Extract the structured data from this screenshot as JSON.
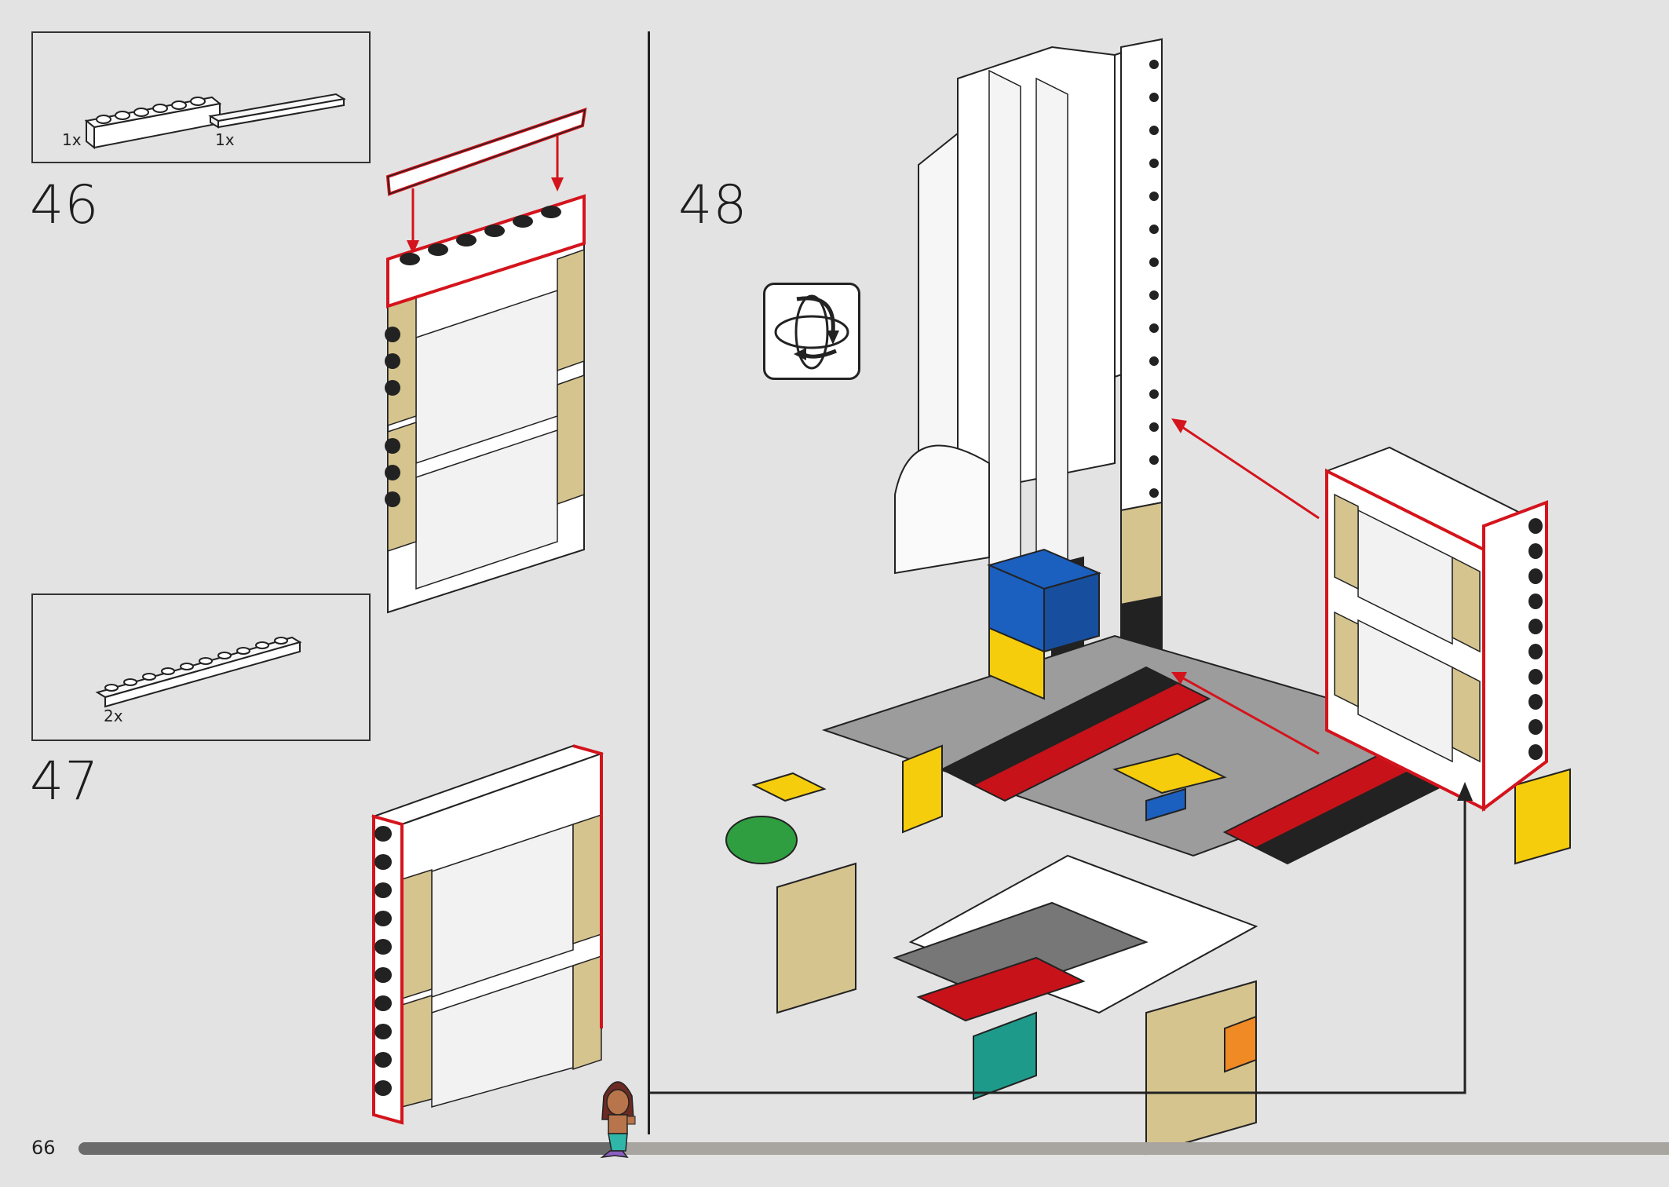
{
  "page_number": "66",
  "progress": 0.34,
  "steps": [
    {
      "number": "46",
      "parts": [
        {
          "qty": "1x",
          "part": "white-1x6-brick"
        },
        {
          "qty": "1x",
          "part": "white-1x6-tile"
        }
      ]
    },
    {
      "number": "47",
      "parts": [
        {
          "qty": "2x",
          "part": "white-1x10-plate"
        }
      ]
    },
    {
      "number": "48",
      "parts": []
    }
  ],
  "icons": {
    "rotate": "rotate-model-icon",
    "minifig": "minifigure-progress-marker"
  },
  "colors": {
    "highlight": "#d4141c",
    "background": "#e3e3e3",
    "tan": "#d6c48f",
    "red": "#c8121a",
    "yellow": "#f5cd0c",
    "blue": "#1b5fbf",
    "black": "#222222"
  }
}
